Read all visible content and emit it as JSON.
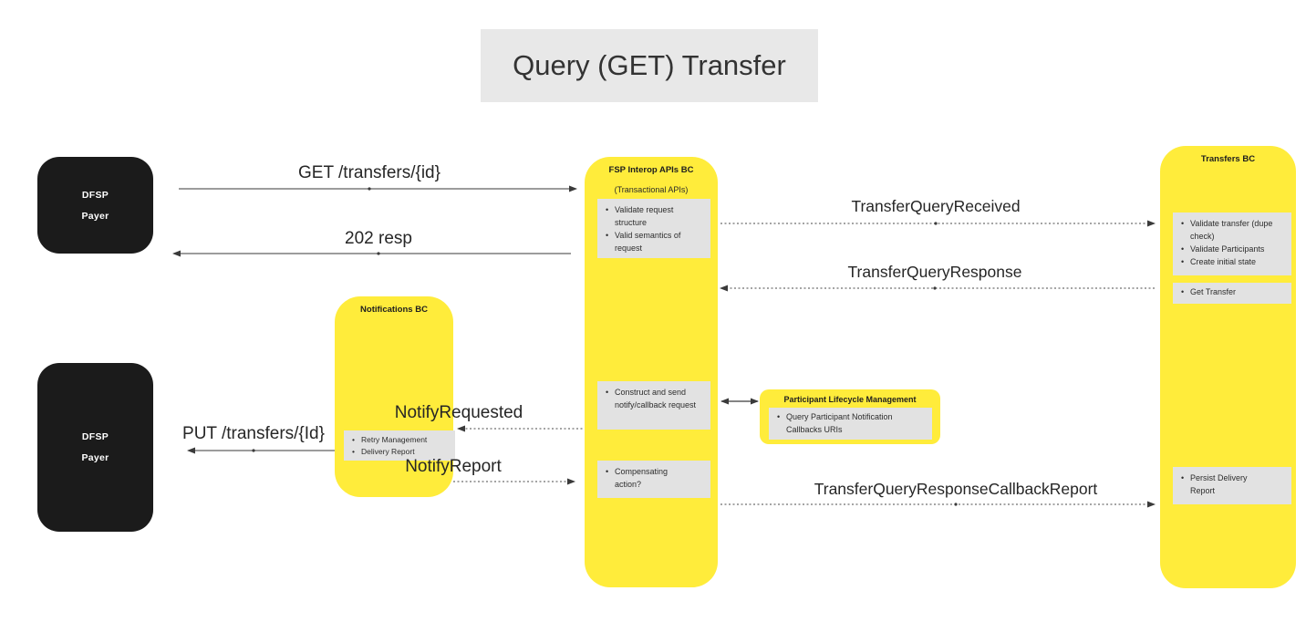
{
  "title": "Query (GET) Transfer",
  "actors": {
    "payer_top": {
      "line1": "DFSP",
      "line2": "Payer"
    },
    "payer_bottom": {
      "line1": "DFSP",
      "line2": "Payer"
    }
  },
  "containers": {
    "fsp_interop": {
      "title": "FSP Interop APIs BC",
      "subtitle": "(Transactional APIs)",
      "box1": [
        "Validate request structure",
        "Valid semantics of request"
      ],
      "box2": [
        "Construct and send notify/callback request"
      ],
      "box3": [
        "Compensating action?"
      ]
    },
    "notifications": {
      "title": "Notifications BC",
      "box1": [
        "Retry Management",
        "Delivery Report"
      ]
    },
    "transfers": {
      "title": "Transfers BC",
      "box1": [
        "Validate transfer (dupe check)",
        "Validate Participants",
        "Create initial state"
      ],
      "box2": [
        "Get Transfer"
      ],
      "box3": [
        "Persist Delivery Report"
      ]
    },
    "participant_lifecycle": {
      "title": "Participant Lifecycle Management",
      "box1": [
        "Query Participant Notification Callbacks URIs"
      ]
    }
  },
  "messages": {
    "get_transfers": "GET /transfers/{id}",
    "resp_202": "202 resp",
    "transfer_query_received": "TransferQueryReceived",
    "transfer_query_response": "TransferQueryResponse",
    "notify_requested": "NotifyRequested",
    "put_transfers": "PUT /transfers/{Id}",
    "notify_report": "NotifyReport",
    "transfer_query_response_callback_report": "TransferQueryResponseCallbackReport"
  },
  "colors": {
    "container_fill": "#FFEC3B",
    "process_fill": "#E2E2E2",
    "actor_fill": "#1B1B1B",
    "title_bg": "#E8E8E8",
    "line": "#3A3A3A"
  }
}
